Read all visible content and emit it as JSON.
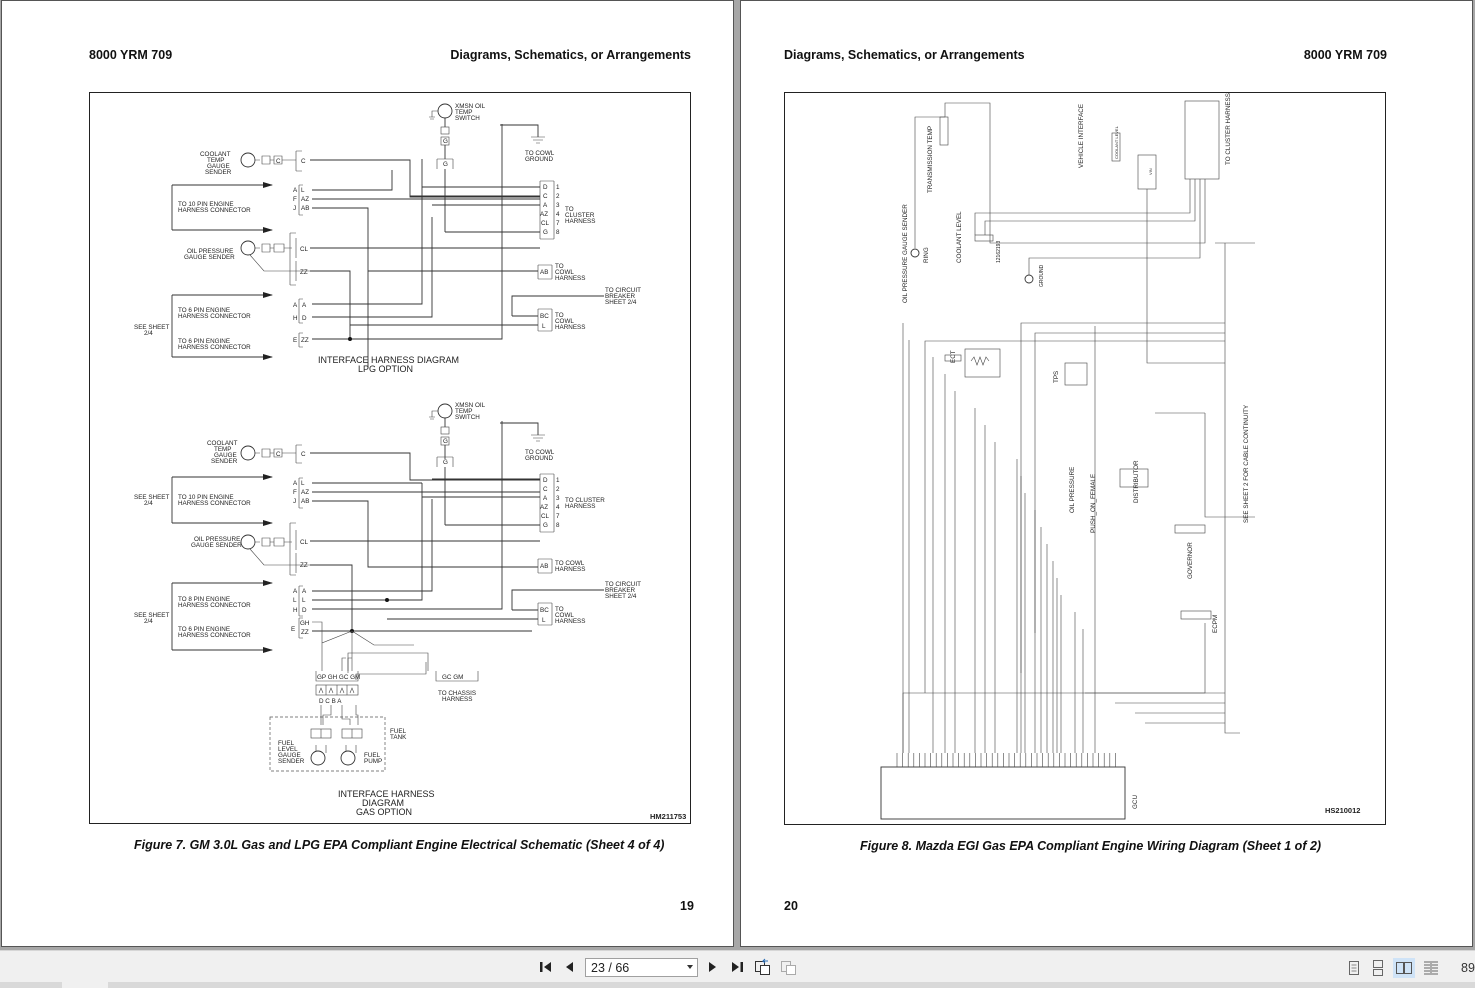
{
  "viewer": {
    "page_indicator": "23 / 66",
    "zoom_value": "89",
    "view_modes": [
      "single-page",
      "continuous",
      "two-page",
      "two-page-continuous"
    ],
    "active_view_mode": "two-page"
  },
  "left_page": {
    "header_left": "8000 YRM 709",
    "header_right": "Diagrams, Schematics, or Arrangements",
    "caption": "Figure 7.  GM 3.0L Gas and LPG EPA Compliant Engine Electrical Schematic (Sheet 4 of 4)",
    "page_number": "19",
    "drawing_id": "HM211753",
    "lpg": {
      "title_line1": "INTERFACE HARNESS DIAGRAM",
      "title_line2": "LPG OPTION",
      "xmsn_line1": "XMSN OIL",
      "xmsn_line2": "TEMP",
      "xmsn_line3": "SWITCH",
      "coolant_line1": "COOLANT",
      "coolant_line2": "TEMP",
      "coolant_line3": "GAUGE",
      "coolant_line4": "SENDER",
      "oil_line1": "OIL PRESSURE",
      "oil_line2": "GAUGE SENDER",
      "ten_pin_line1": "TO 10 PIN ENGINE",
      "ten_pin_line2": "HARNESS CONNECTOR",
      "six_pin_a_line1": "TO 6 PIN ENGINE",
      "six_pin_a_line2": "HARNESS CONNECTOR",
      "six_pin_b_line1": "TO 6 PIN ENGINE",
      "six_pin_b_line2": "HARNESS CONNECTOR",
      "see_sheet_line1": "SEE SHEET",
      "see_sheet_line2": "2/4",
      "cowl_ground_line1": "TO COWL",
      "cowl_ground_line2": "GROUND",
      "cluster_line1": "TO",
      "cluster_line2": "CLUSTER",
      "cluster_line3": "HARNESS",
      "cowl1_line1": "TO",
      "cowl1_line2": "COWL",
      "cowl1_line3": "HARNESS",
      "breaker_line1": "TO CIRCUIT",
      "breaker_line2": "BREAKER",
      "breaker_line3": "SHEET 2/4",
      "cowl2_line1": "TO",
      "cowl2_line2": "COWL",
      "cowl2_line3": "HARNESS"
    },
    "gas": {
      "title_line1": "INTERFACE HARNESS",
      "title_line2": "DIAGRAM",
      "title_line3": "GAS OPTION",
      "xmsn_line1": "XMSN OIL",
      "xmsn_line2": "TEMP",
      "xmsn_line3": "SWITCH",
      "coolant_line1": "COOLANT",
      "coolant_line2": "TEMP",
      "coolant_line3": "GAUGE",
      "coolant_line4": "SENDER",
      "oil_line1": "OIL PRESSURE",
      "oil_line2": "GAUGE SENDER",
      "ten_pin_line1": "TO 10 PIN ENGINE",
      "ten_pin_line2": "HARNESS CONNECTOR",
      "eight_pin_line1": "TO 8 PIN ENGINE",
      "eight_pin_line2": "HARNESS CONNECTOR",
      "six_pin_line1": "TO 6 PIN ENGINE",
      "six_pin_line2": "HARNESS CONNECTOR",
      "see_sheet_line1": "SEE SHEET",
      "see_sheet_line2": "2/4",
      "cowl_ground_line1": "TO COWL",
      "cowl_ground_line2": "GROUND",
      "cluster_line1": "TO CLUSTER",
      "cluster_line2": "HARNESS",
      "cowl1_line1": "TO COWL",
      "cowl1_line2": "HARNESS",
      "breaker_line1": "TO CIRCUIT",
      "breaker_line2": "BREAKER",
      "breaker_line3": "SHEET 2/4",
      "cowl2_line1": "TO",
      "cowl2_line2": "COWL",
      "cowl2_line3": "HARNESS",
      "chassis_line1": "TO CHASSIS",
      "chassis_line2": "HARNESS",
      "fuel_tank_line1": "FUEL",
      "fuel_tank_line2": "TANK",
      "fuel_level_line1": "FUEL",
      "fuel_level_line2": "LEVEL",
      "fuel_level_line3": "GAUGE",
      "fuel_level_line4": "SENDER",
      "fuel_pump_line1": "FUEL",
      "fuel_pump_line2": "PUMP",
      "tank_connector_labels": "GP GH GC GM",
      "tank_pin_labels": "D  C  B  A",
      "chassis_labels": "GC   GM"
    },
    "cluster_pins": [
      {
        "wire": "D",
        "pin": "1"
      },
      {
        "wire": "C",
        "pin": "2"
      },
      {
        "wire": "A",
        "pin": "3"
      },
      {
        "wire": "AZ",
        "pin": "4"
      },
      {
        "wire": "CL",
        "pin": "7"
      },
      {
        "wire": "G",
        "pin": "8"
      }
    ]
  },
  "right_page": {
    "header_left": "Diagrams, Schematics, or Arrangements",
    "header_right": "8000 YRM 709",
    "caption": "Figure 8.  Mazda EGI Gas EPA Compliant Engine Wiring Diagram (Sheet 1 of 2)",
    "page_number": "20",
    "drawing_id": "HS210012",
    "labels": {
      "oil_pressure_gauge_sender": "OIL PRESSURE GAUGE SENDER",
      "ring": "RING",
      "transmission_temp": "TRANSMISSION TEMP",
      "coolant_level": "COOLANT LEVEL",
      "vehicle_interface": "VEHICLE INTERFACE",
      "to_cluster_harness": "TO CLUSTER HARNESS",
      "ground": "GROUND",
      "ect": "ECT",
      "tps": "TPS",
      "oil_pressure": "OIL PRESSURE",
      "push_on_female": "PUSH_ON_FEMALE",
      "distributor": "DISTRIBUTOR",
      "governor": "GOVERNOR",
      "ecpm": "ECPM",
      "see_sheet_2": "SEE SHEET 2 FOR CABLE CONTINUITY",
      "gcu": "GCU",
      "coolant_level_box": "COOLANT LEVEL",
      "vin": "VIN",
      "part_no": "12162193"
    }
  }
}
